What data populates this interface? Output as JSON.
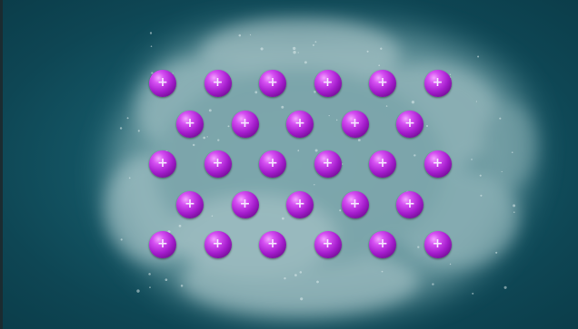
{
  "scene": {
    "background_color": "#0f4550",
    "cloud_color": "#c7dcdc",
    "ion_color": "#b42ad8",
    "ion_symbol": "+",
    "row_counts": [
      6,
      5,
      6,
      5,
      6
    ]
  }
}
